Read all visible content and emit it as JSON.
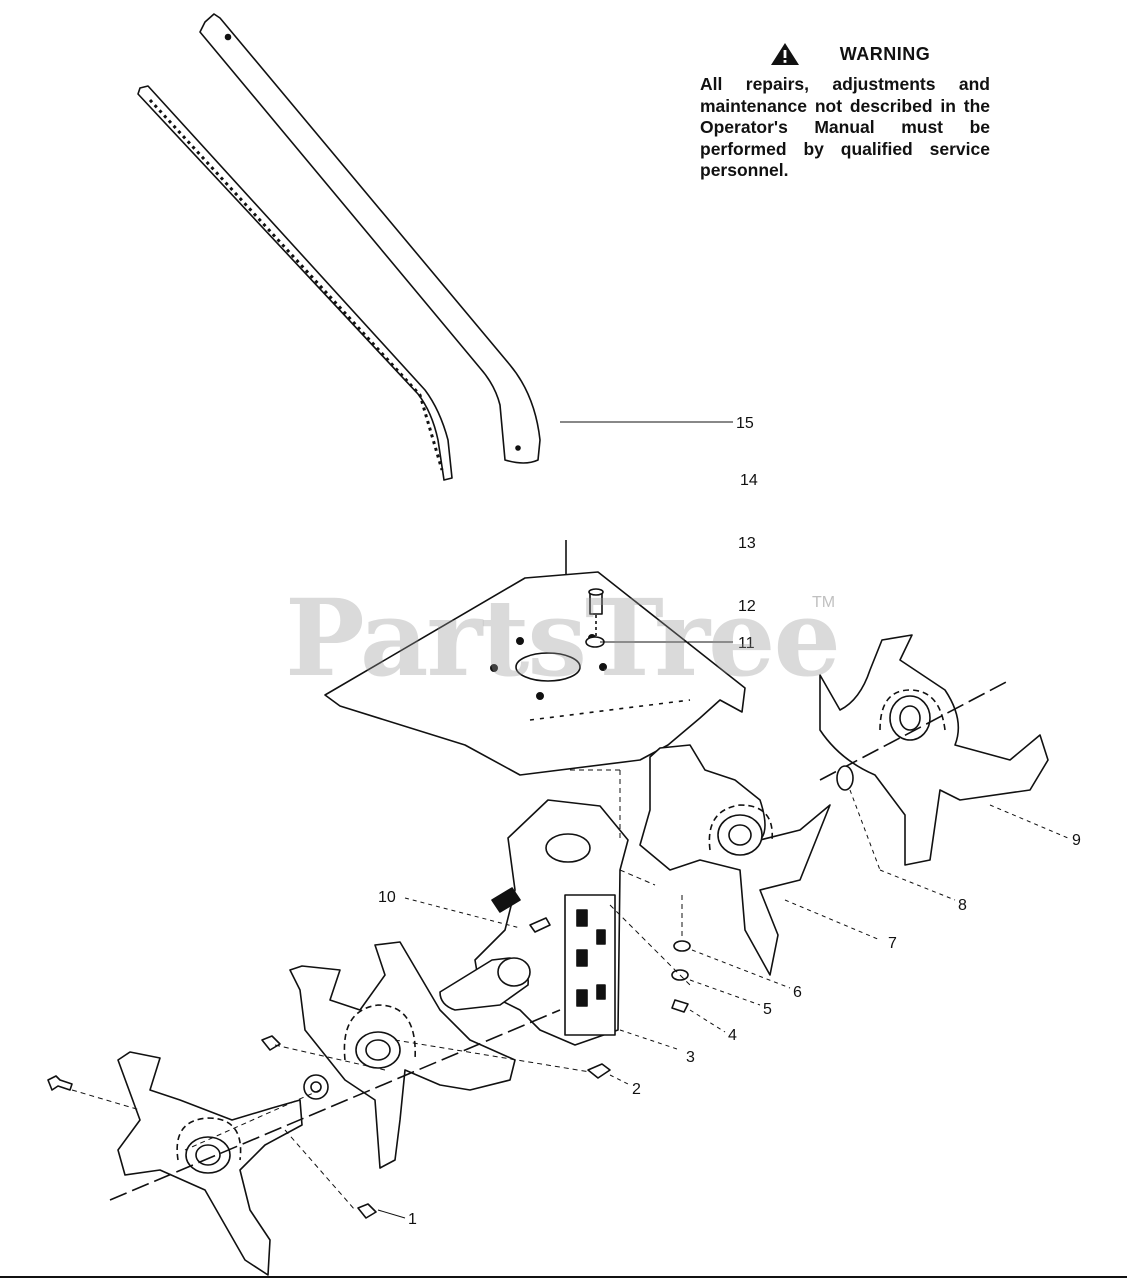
{
  "warning": {
    "title": "WARNING",
    "text": "All repairs, adjustments and maintenance not described in the Operator's Manual must be performed by qualified service personnel.",
    "icon": "warning-triangle-icon"
  },
  "watermark": {
    "text": "PartsTree",
    "trademark": "TM"
  },
  "callouts": {
    "c1": "1",
    "c2": "2",
    "c3": "3",
    "c4": "4",
    "c5": "5",
    "c6": "6",
    "c7": "7",
    "c8": "8",
    "c9": "9",
    "c10": "10",
    "c11": "11",
    "c12": "12",
    "c13": "13",
    "c14": "14",
    "c15": "15"
  }
}
